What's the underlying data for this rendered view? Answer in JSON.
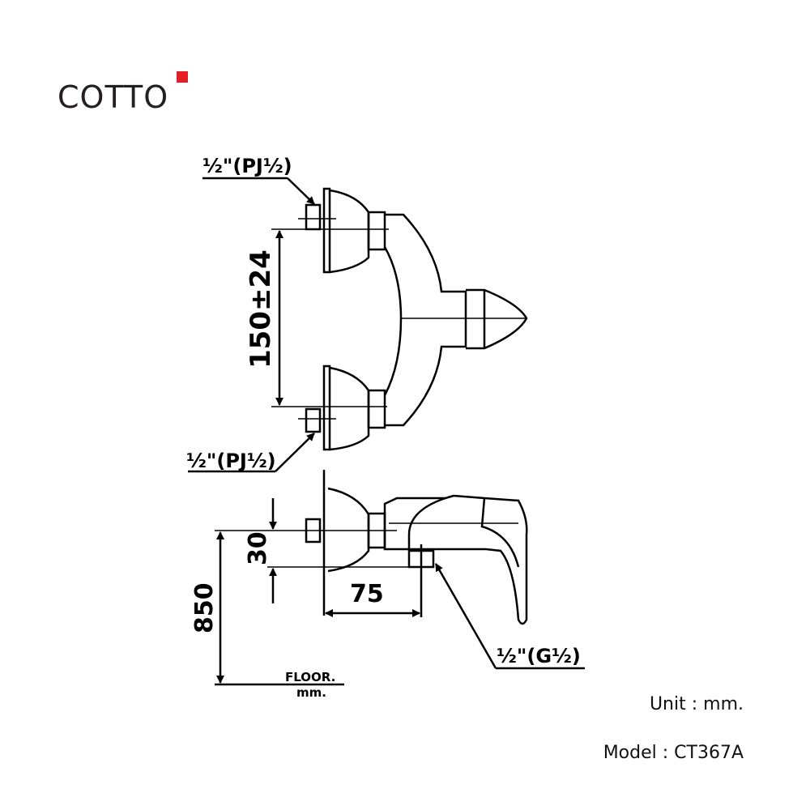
{
  "brand": {
    "name": "COTTO",
    "accent": "#e31e24"
  },
  "drawing": {
    "inlet_top_label": "½\"(PJ½)",
    "inlet_bottom_label": "½\"(PJ½)",
    "outlet_label": "½\"(G½)",
    "dim_inlet_spacing": "150±24",
    "dim_offset_vertical": "30",
    "dim_offset_horizontal": "75",
    "dim_height": "850",
    "floor_label": "FLOOR.",
    "floor_unit": "mm."
  },
  "footer": {
    "unit": "Unit : mm.",
    "model": "Model : CT367A"
  }
}
